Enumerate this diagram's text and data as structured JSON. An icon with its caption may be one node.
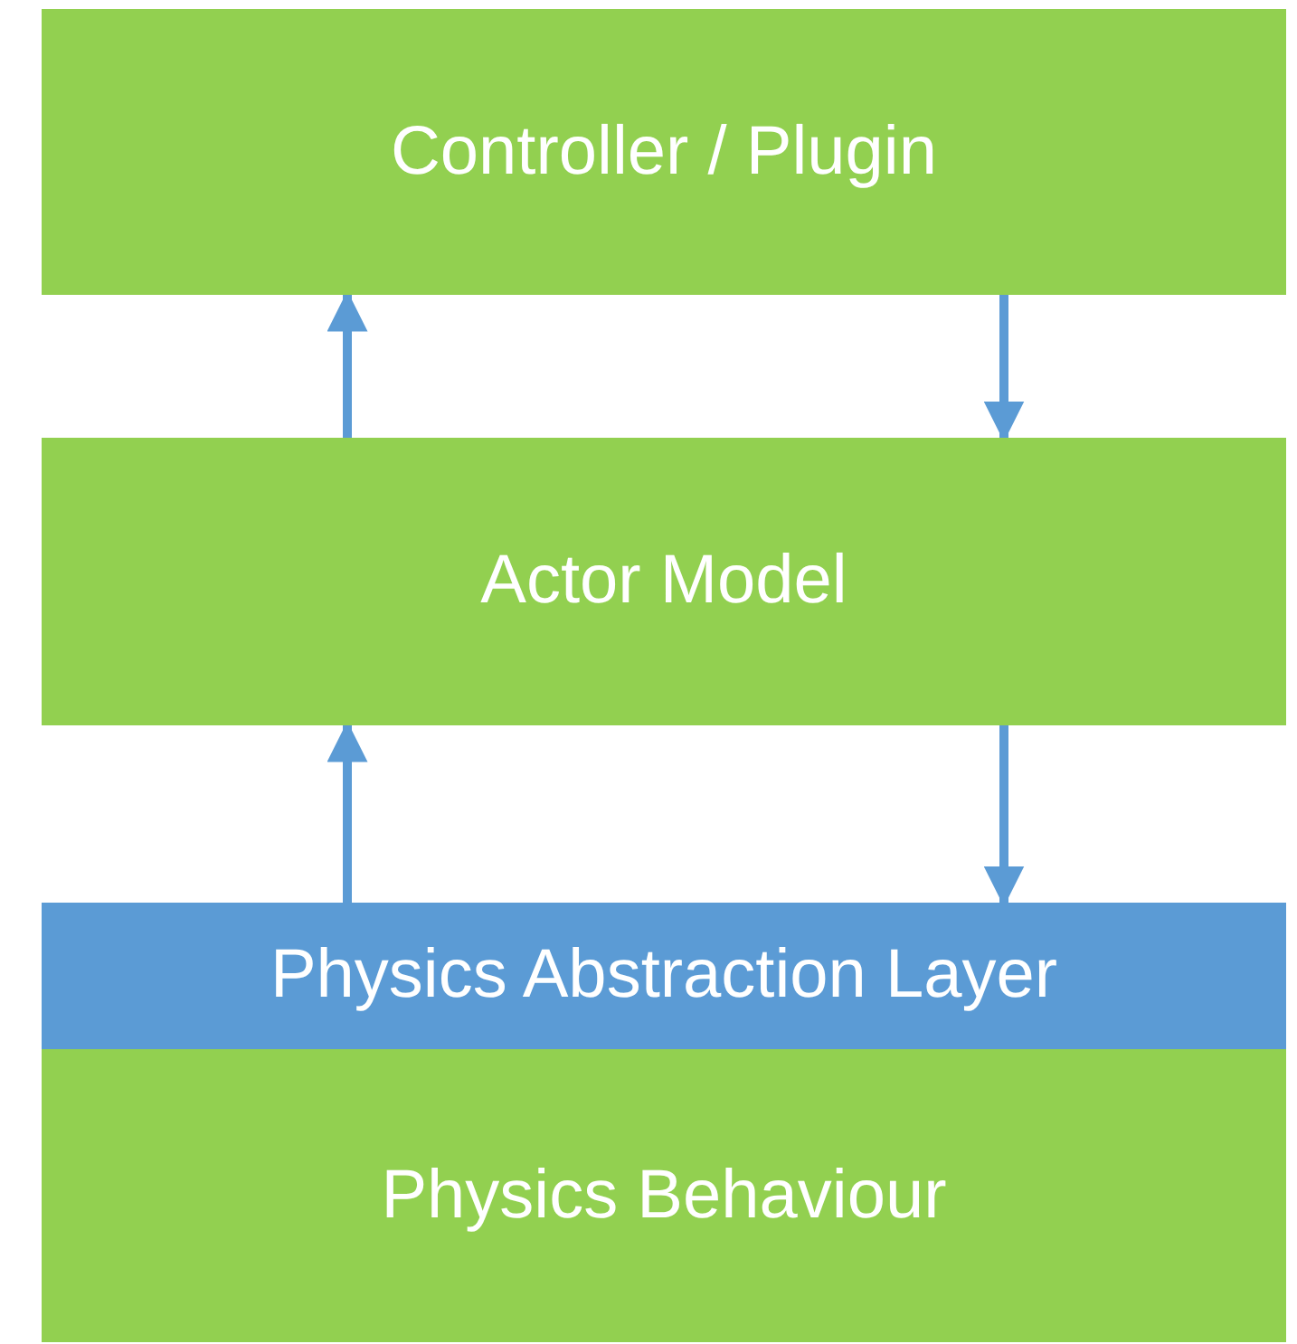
{
  "diagram": {
    "nodes": [
      {
        "text": [
          "Controller / Plugin"
        ]
      },
      {
        "text": [
          "Actor Model"
        ]
      },
      {
        "text": [
          "Physics Abstraction Layer"
        ]
      },
      {
        "text": [
          "Physics Behaviour"
        ]
      }
    ],
    "edges": [
      {
        "from": 1,
        "to": 0,
        "arrow": "to"
      },
      {
        "from": 0,
        "to": 1,
        "arrow": "to"
      },
      {
        "from": 2,
        "to": 1,
        "arrow": "to"
      },
      {
        "from": 1,
        "to": 2,
        "arrow": "to"
      }
    ]
  }
}
